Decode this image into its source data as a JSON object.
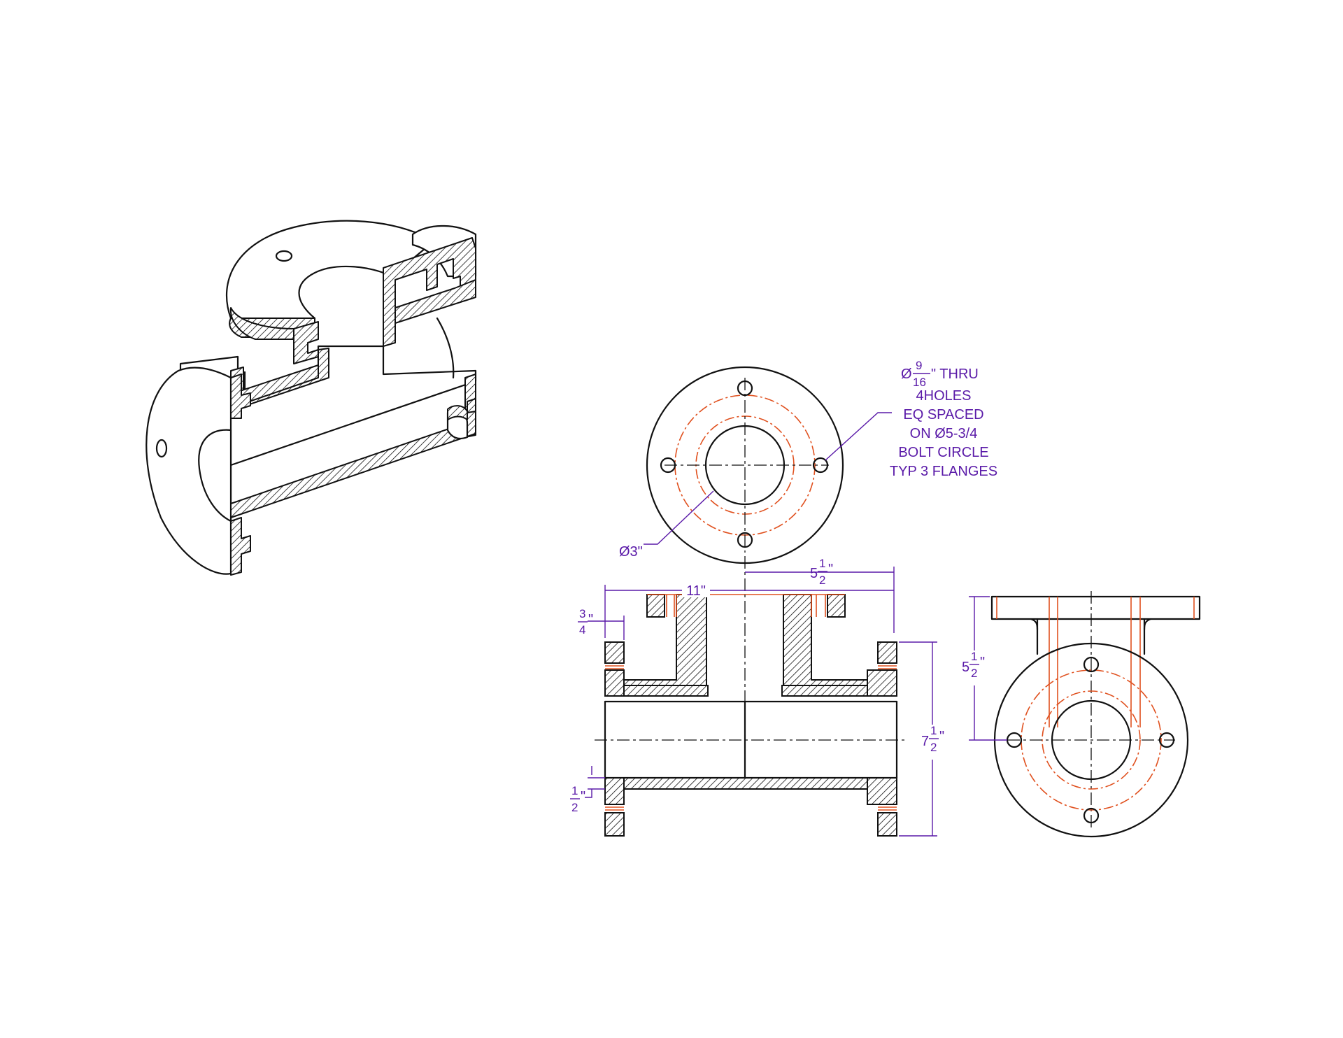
{
  "colors": {
    "outline": "#111111",
    "hidden_line": "#e0501e",
    "dimension": "#5a1aa8"
  },
  "callouts": {
    "holes": {
      "prefix": "Ø",
      "num": "9",
      "den": "16",
      "suffix": "\" THRU",
      "lines": [
        "4HOLES",
        "EQ SPACED",
        "ON Ø5-3/4",
        "BOLT CIRCLE",
        "TYP 3 FLANGES"
      ]
    },
    "bore": "Ø3\""
  },
  "dimensions": {
    "half_length": {
      "whole": "5",
      "num": "1",
      "den": "2",
      "unit": "\""
    },
    "overall_length": "11\"",
    "flange_thickness": {
      "num": "3",
      "den": "4",
      "unit": "\""
    },
    "wall_thickness": {
      "num": "1",
      "den": "2",
      "unit": "\""
    },
    "overall_height": {
      "whole": "7",
      "num": "1",
      "den": "2",
      "unit": "\""
    },
    "branch_height": {
      "whole": "5",
      "num": "1",
      "den": "2",
      "unit": "\""
    }
  }
}
